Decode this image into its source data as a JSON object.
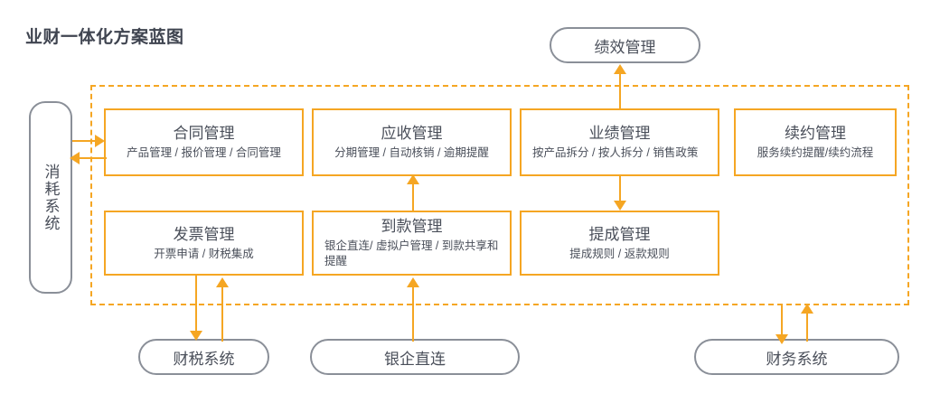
{
  "page": {
    "title": "业财一体化方案蓝图",
    "accent_color": "#f5a623",
    "node_border_color": "#8a8f98",
    "text_color": "#4a4f5a",
    "background": "#ffffff"
  },
  "external_nodes": {
    "consumption_system": {
      "label": "消耗系统",
      "shape": "rounded-rect-vertical"
    },
    "performance_management": {
      "label": "绩效管理",
      "shape": "capsule"
    },
    "tax_system": {
      "label": "财税系统",
      "shape": "capsule"
    },
    "bank_enterprise_direct": {
      "label": "银企直连",
      "shape": "capsule"
    },
    "finance_system": {
      "label": "财务系统",
      "shape": "capsule"
    }
  },
  "modules": {
    "row1": [
      {
        "title": "合同管理",
        "sub": "产品管理 / 报价管理 / 合同管理",
        "sub_align": "center"
      },
      {
        "title": "应收管理",
        "sub": "分期管理 / 自动核销 / 逾期提醒",
        "sub_align": "center"
      },
      {
        "title": "业绩管理",
        "sub": "按产品拆分 / 按人拆分 / 销售政策",
        "sub_align": "left"
      },
      {
        "title": "续约管理",
        "sub": "服务续约提醒/续约流程",
        "sub_align": "center"
      }
    ],
    "row2": [
      {
        "title": "发票管理",
        "sub": "开票申请 / 财税集成",
        "sub_align": "center"
      },
      {
        "title": "到款管理",
        "sub": "银企直连/ 虚拟户管理 / 到款共享和提醒",
        "sub_align": "left"
      },
      {
        "title": "提成管理",
        "sub": "提成规则 / 返款规则",
        "sub_align": "center"
      }
    ]
  },
  "connections": [
    {
      "from": "consumption-system",
      "to": "contract-management",
      "direction": "right"
    },
    {
      "from": "contract-management",
      "to": "consumption-system",
      "direction": "left"
    },
    {
      "from": "receivable-management",
      "to": "performance-management-capsule",
      "direction": "up"
    },
    {
      "from": "payment-management",
      "to": "receivable-management",
      "direction": "up"
    },
    {
      "from": "performance-management",
      "to": "commission-management",
      "direction": "down"
    },
    {
      "from": "invoice-management",
      "to": "tax-system",
      "direction": "down"
    },
    {
      "from": "tax-system",
      "to": "invoice-management",
      "direction": "up"
    },
    {
      "from": "bank-enterprise-direct",
      "to": "payment-management",
      "direction": "up"
    },
    {
      "from": "zone",
      "to": "finance-system",
      "direction": "down"
    },
    {
      "from": "finance-system",
      "to": "zone",
      "direction": "up"
    }
  ]
}
